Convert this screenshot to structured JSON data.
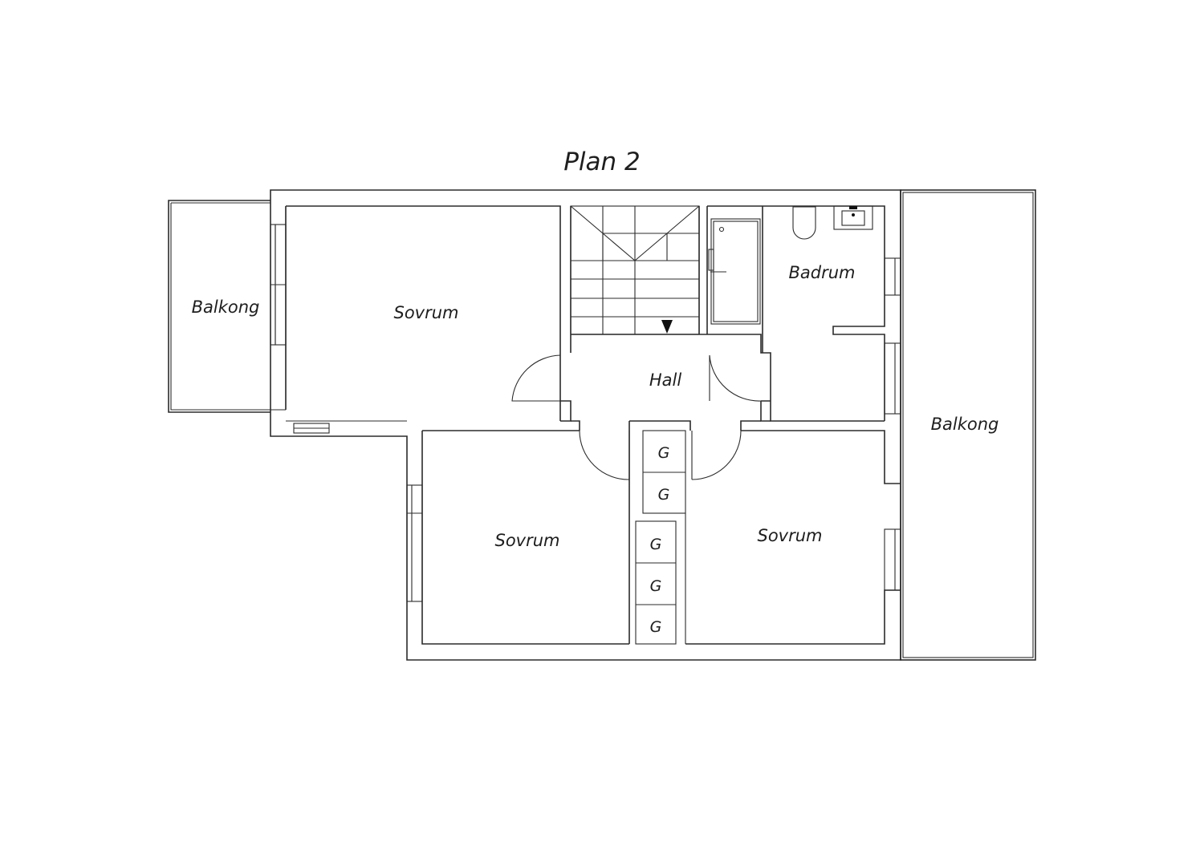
{
  "title": "Plan 2",
  "rooms": {
    "balkong_left": "Balkong",
    "sovrum_top": "Sovrum",
    "badrum": "Badrum",
    "hall": "Hall",
    "balkong_right": "Balkong",
    "sovrum_bottom_left": "Sovrum",
    "sovrum_bottom_right": "Sovrum"
  },
  "closets": [
    "G",
    "G",
    "G",
    "G",
    "G"
  ],
  "colors": {
    "line": "#2b2b2b",
    "background": "#ffffff"
  }
}
